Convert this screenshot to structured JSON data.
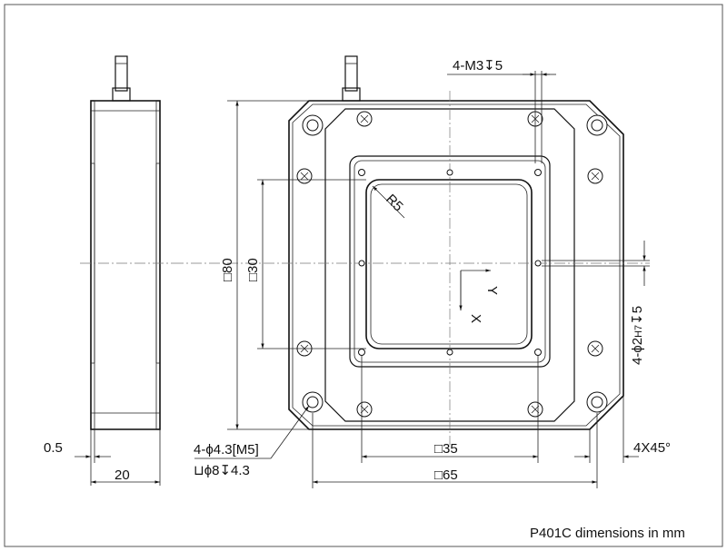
{
  "drawing": {
    "model": "P401C",
    "caption": "P401C dimensions in mm",
    "labels": {
      "tap_holes": "4-M3↧5",
      "pin_holes_prefix": "4-ϕ2",
      "pin_holes_fit": "H7",
      "pin_holes_depth": "↧5",
      "mount_holes": "4-ϕ4.3[M5]",
      "counterbore": "⊔ϕ8↧4.3",
      "side_offset": "0.5",
      "side_width": "20",
      "outer_size": "□80",
      "outer_size_bottom": "□65",
      "inner_size": "□35",
      "aperture_size": "□30",
      "corner_radius": "R5",
      "chamfer": "4X45°",
      "axis_x": "X",
      "axis_y": "Y"
    }
  }
}
